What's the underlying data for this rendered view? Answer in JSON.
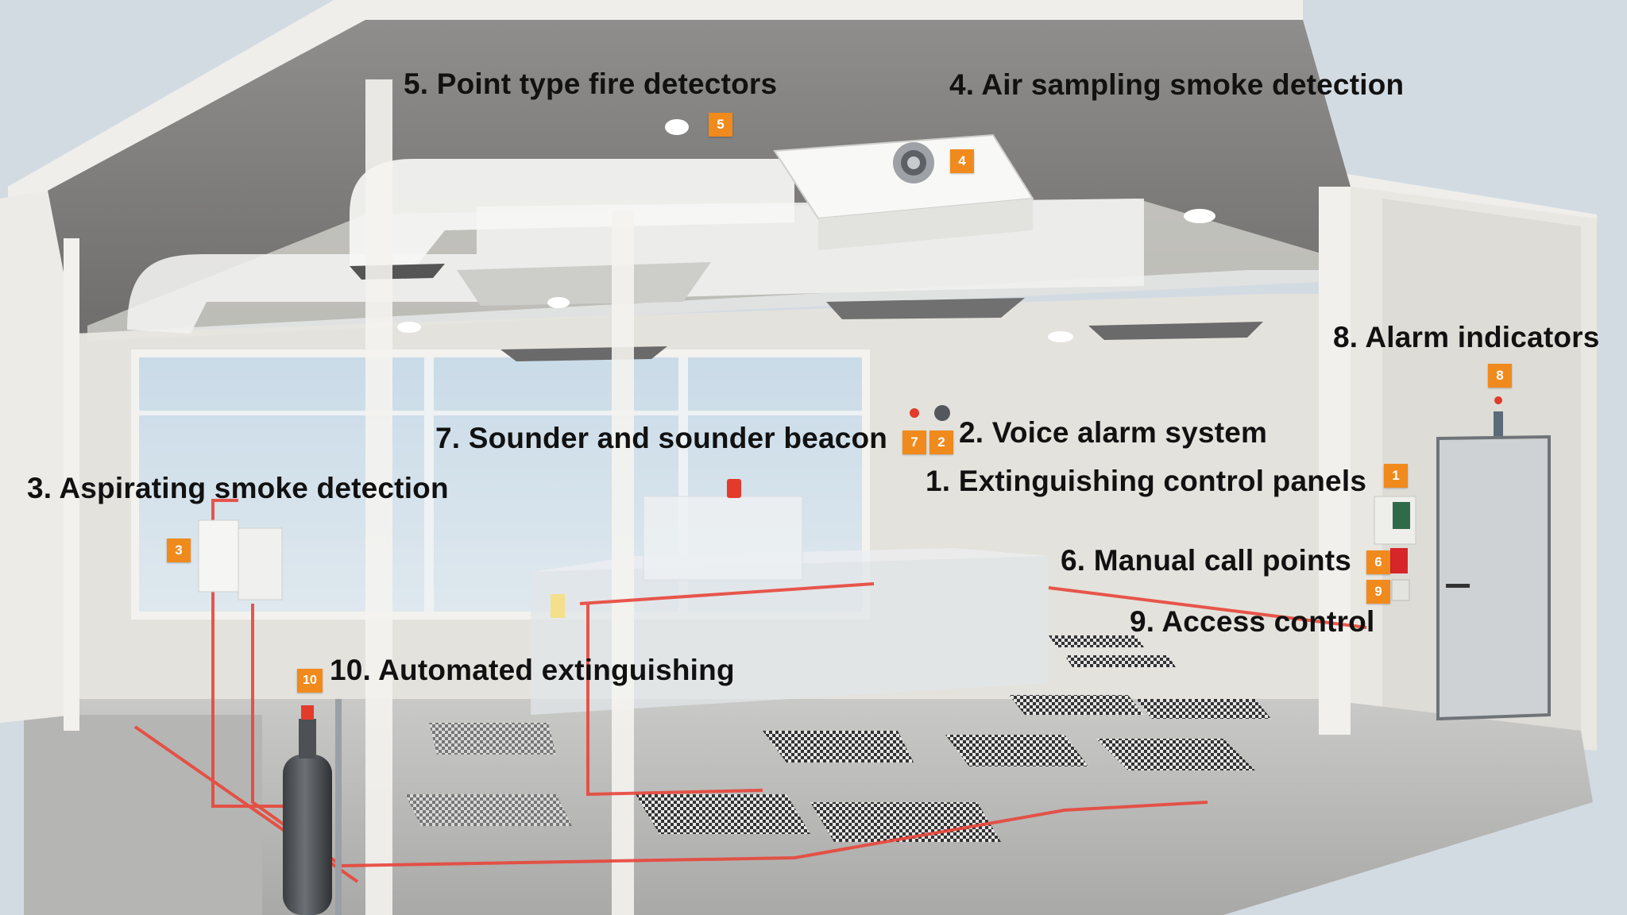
{
  "labels": {
    "l5": "5. Point type fire detectors",
    "l4": "4. Air sampling smoke detection",
    "l8": "8. Alarm indicators",
    "l7": "7. Sounder and sounder beacon",
    "l2": "2. Voice alarm system",
    "l3": "3. Aspirating smoke detection",
    "l1": "1. Extinguishing control panels",
    "l6": "6. Manual call points",
    "l9": "9. Access control",
    "l10": "10. Automated extinguishing"
  },
  "badges": {
    "b1": "1",
    "b2": "2",
    "b3": "3",
    "b4": "4",
    "b5": "5",
    "b6": "6",
    "b7": "7",
    "b8": "8",
    "b9": "9",
    "b10": "10"
  },
  "colors": {
    "badge": "#f08a1d",
    "pipe": "#e8463a",
    "background": "#d3dbe2"
  }
}
